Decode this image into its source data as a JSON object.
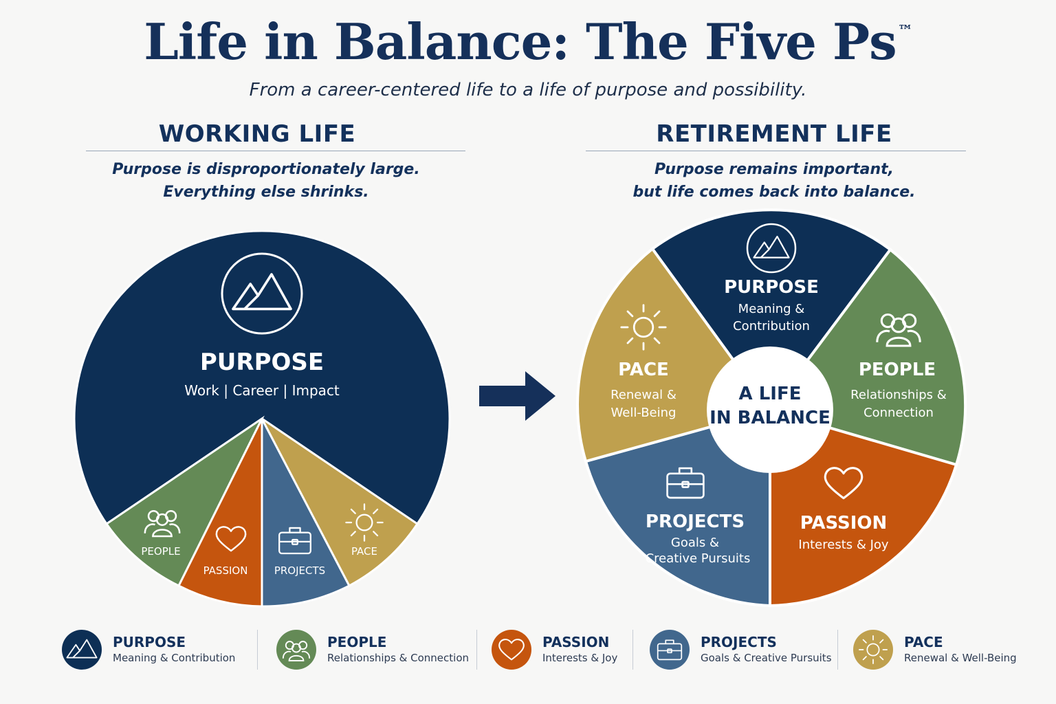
{
  "header": {
    "title": "Life in Balance: The Five Ps",
    "title_mark": "™",
    "subtitle": "From a career-centered life to a life of purpose and possibility."
  },
  "working_life": {
    "heading": "WORKING LIFE",
    "note_line1": "Purpose is disproportionately large.",
    "note_line2": "Everything else shrinks.",
    "purpose_title": "PURPOSE",
    "purpose_sub": "Work | Career | Impact",
    "slices": {
      "people": "PEOPLE",
      "passion": "PASSION",
      "projects": "PROJECTS",
      "pace": "PACE"
    }
  },
  "retirement_life": {
    "heading": "RETIREMENT LIFE",
    "note_line1": "Purpose remains important,",
    "note_line2": "but life comes back into balance.",
    "center_line1": "A LIFE",
    "center_line2": "IN BALANCE",
    "purpose": {
      "title": "PURPOSE",
      "sub1": "Meaning &",
      "sub2": "Contribution"
    },
    "people": {
      "title": "PEOPLE",
      "sub1": "Relationships &",
      "sub2": "Connection"
    },
    "passion": {
      "title": "PASSION",
      "sub1": "Interests & Joy"
    },
    "projects": {
      "title": "PROJECTS",
      "sub1": "Goals &",
      "sub2": "Creative Pursuits"
    },
    "pace": {
      "title": "PACE",
      "sub1": "Renewal &",
      "sub2": "Well-Being"
    }
  },
  "legend": [
    {
      "title": "PURPOSE",
      "sub": "Meaning & Contribution",
      "icon": "mountain-icon",
      "color": "#0d2f55"
    },
    {
      "title": "PEOPLE",
      "sub": "Relationships & Connection",
      "icon": "people-icon",
      "color": "#648a56"
    },
    {
      "title": "PASSION",
      "sub": "Interests & Joy",
      "icon": "heart-icon",
      "color": "#c5550e"
    },
    {
      "title": "PROJECTS",
      "sub": "Goals & Creative Pursuits",
      "icon": "briefcase-icon",
      "color": "#41678d"
    },
    {
      "title": "PACE",
      "sub": "Renewal & Well-Being",
      "icon": "sun-icon",
      "color": "#bfa04e"
    }
  ],
  "colors": {
    "purpose": "#0d2f55",
    "people": "#648a56",
    "passion": "#c5550e",
    "projects": "#41678d",
    "pace": "#bfa04e"
  }
}
